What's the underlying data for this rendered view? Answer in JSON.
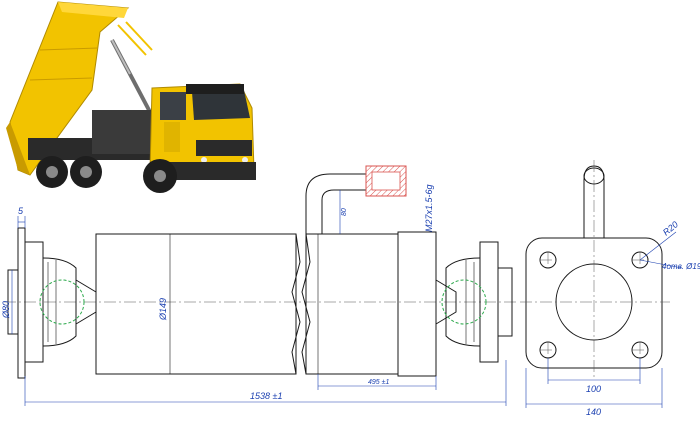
{
  "dimensions": {
    "flange_thickness": "5",
    "rod_diameter": "Ø80",
    "barrel_diameter": "Ø149",
    "port_offset": "80",
    "port_thread": "M27x1.5-6g",
    "cylinder_segment": "495 ±1",
    "overall_length": "1538 ±1",
    "corner_radius": "R20",
    "bolt_holes": "4отв. Ø19",
    "hole_spacing": "100",
    "flange_width": "140"
  },
  "colors": {
    "truck_body": "#f2c300",
    "truck_dark": "#1e1e1e",
    "dimension_text": "#1a3fb0",
    "hatch": "#d9534f",
    "pivot_circle": "#2aa84a"
  }
}
